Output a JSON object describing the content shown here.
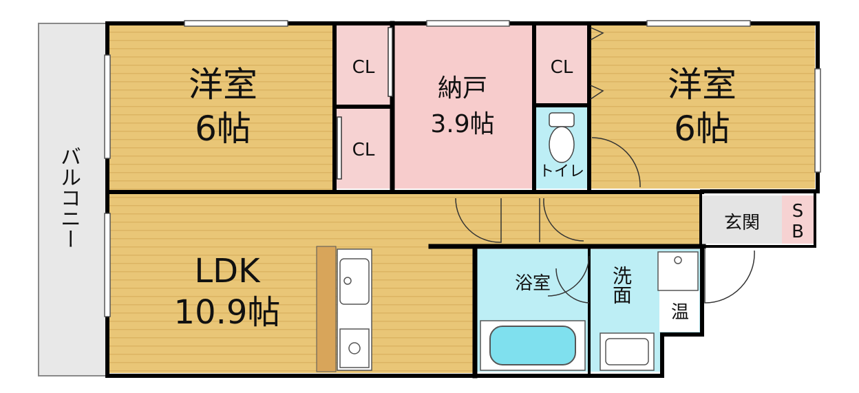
{
  "rooms": {
    "western_left": {
      "name": "洋室",
      "size": "6帖"
    },
    "western_right": {
      "name": "洋室",
      "size": "6帖"
    },
    "storage": {
      "name": "納戸",
      "size": "3.9帖"
    },
    "ldk": {
      "name": "LDK",
      "size": "10.9帖"
    },
    "closet_top_left": {
      "name": "CL"
    },
    "closet_bottom_left": {
      "name": "CL"
    },
    "closet_right": {
      "name": "CL"
    },
    "toilet": {
      "name": "トイレ"
    },
    "entrance": {
      "name": "玄関"
    },
    "shoe_box": {
      "name": "SB"
    },
    "bathroom": {
      "name": "浴室"
    },
    "washroom": {
      "name": "洗面"
    },
    "water_heater": {
      "name": "温"
    },
    "balcony": {
      "name": "バルコニー"
    }
  },
  "colors": {
    "floor_wood": "#e9c677",
    "floor_grain": "#dcb463",
    "closet_pink": "#f6d2d2",
    "storage_pink": "#f7cccc",
    "wet_area_cyan": "#bdeef5",
    "tub_cyan": "#7fe0ee",
    "entrance_grey": "#e4e4e4",
    "balcony_grey": "#e8e8e8",
    "wall": "#000000"
  }
}
